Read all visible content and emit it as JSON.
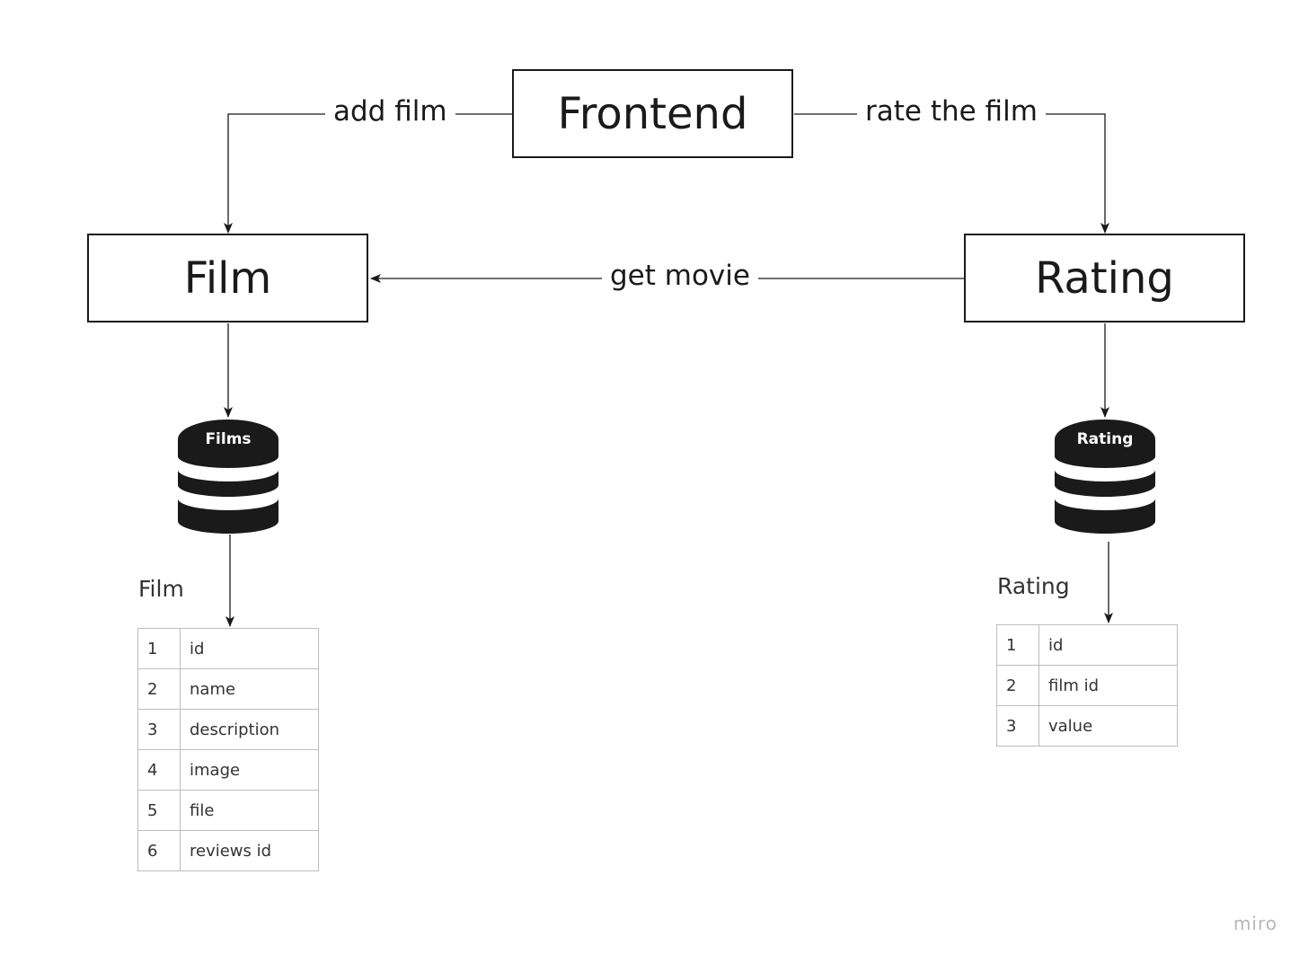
{
  "nodes": {
    "frontend": "Frontend",
    "film": "Film",
    "rating": "Rating"
  },
  "edges": {
    "add_film": "add film",
    "rate_film": "rate the film",
    "get_movie": "get movie"
  },
  "databases": {
    "films": "Films",
    "rating": "Rating"
  },
  "tables": {
    "film": {
      "title": "Film",
      "rows": [
        {
          "num": "1",
          "field": "id"
        },
        {
          "num": "2",
          "field": "name"
        },
        {
          "num": "3",
          "field": "description"
        },
        {
          "num": "4",
          "field": "image"
        },
        {
          "num": "5",
          "field": "file"
        },
        {
          "num": "6",
          "field": "reviews id"
        }
      ]
    },
    "rating": {
      "title": "Rating",
      "rows": [
        {
          "num": "1",
          "field": "id"
        },
        {
          "num": "2",
          "field": "film id"
        },
        {
          "num": "3",
          "field": "value"
        }
      ]
    }
  },
  "brand": "miro"
}
